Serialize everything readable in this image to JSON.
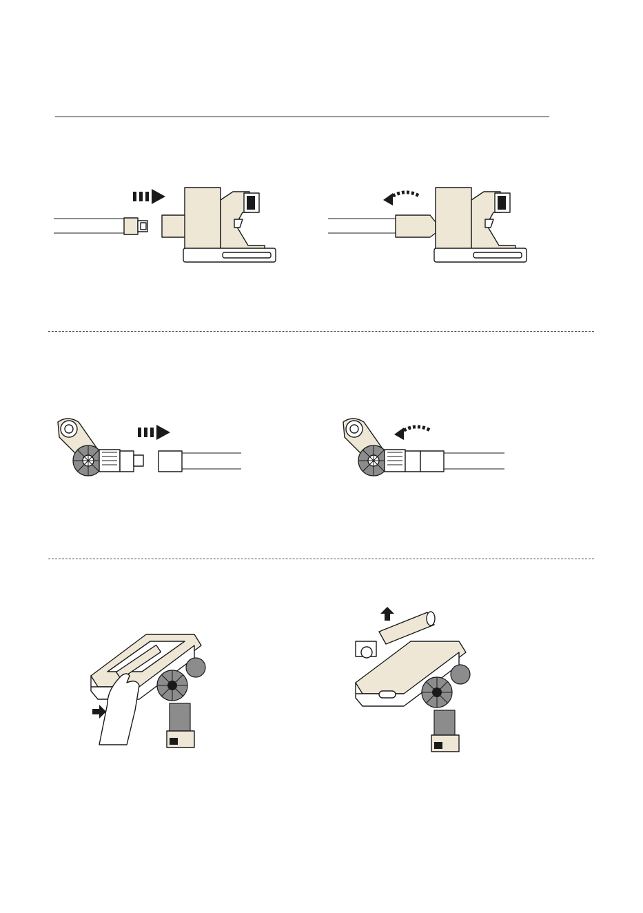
{
  "page": {
    "header_rule": true,
    "sections": [
      {
        "id": "handheld-tube",
        "steps": [
          {
            "action": "insert",
            "arrow": "dashed-straight-right-arrow"
          },
          {
            "action": "lock",
            "arrow": "curved-left-arrow"
          }
        ]
      },
      {
        "id": "floor-head-tube",
        "steps": [
          {
            "action": "insert",
            "arrow": "dashed-straight-right-arrow"
          },
          {
            "action": "lock",
            "arrow": "curved-left-arrow"
          }
        ]
      },
      {
        "id": "roller-brush",
        "steps": [
          {
            "action": "push-release-button",
            "arrow": "solid-right-arrow"
          },
          {
            "action": "lift-roller",
            "arrow": "solid-up-arrow"
          }
        ]
      }
    ]
  },
  "colors": {
    "line": "#1a1a1a",
    "body_fill": "#efe7d6",
    "wheel_fill": "#8c8c8c",
    "background": "#ffffff"
  }
}
